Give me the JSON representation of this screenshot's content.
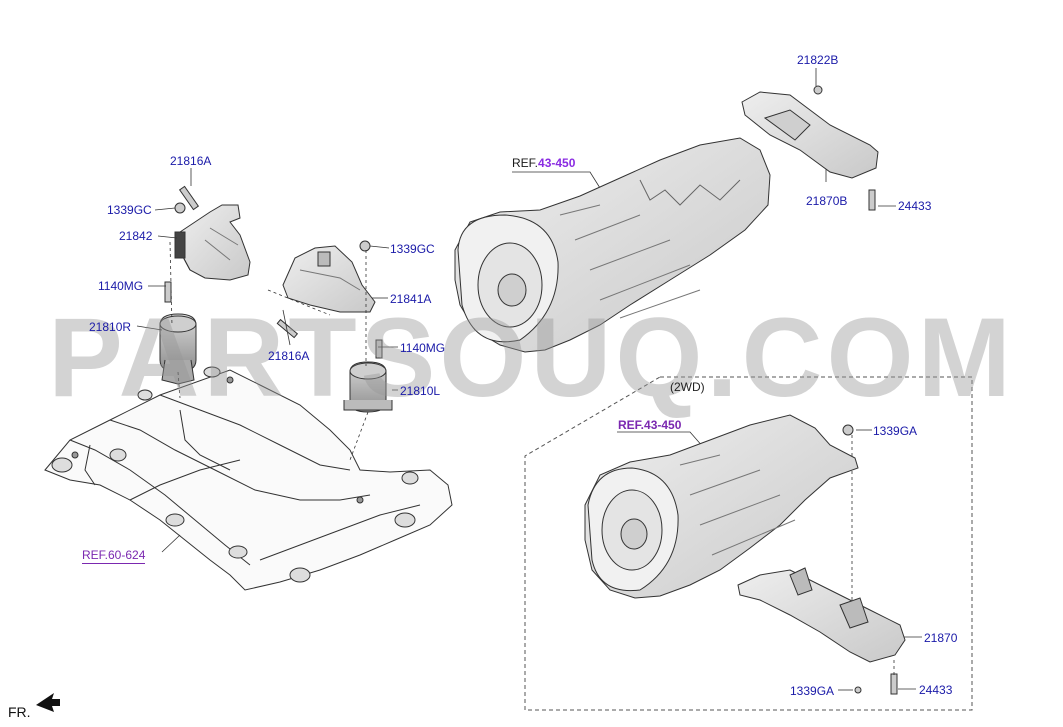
{
  "diagram": {
    "watermark": "PARTSOUQ.COM",
    "orientation_label": "FR.",
    "variant_label": "(2WD)",
    "colors": {
      "label": "#1a1aa8",
      "ref_number": "#8a2be2",
      "ref_link": "#7b28b0",
      "watermark": "#969696"
    },
    "refs": [
      {
        "id": "ref-trans-top",
        "prefix": "REF.",
        "number": "43-450"
      },
      {
        "id": "ref-trans-2wd",
        "prefix": "REF.",
        "number": "43-450"
      },
      {
        "id": "ref-subframe",
        "text": "REF.60-624"
      }
    ],
    "labels": {
      "p21816A_top": "21816A",
      "p1339GC_left": "1339GC",
      "p21842": "21842",
      "p1140MG_left": "1140MG",
      "p21810R": "21810R",
      "p1339GC_mid": "1339GC",
      "p21841A": "21841A",
      "p21816A_mid": "21816A",
      "p1140MG_mid": "1140MG",
      "p21810L": "21810L",
      "p21822B": "21822B",
      "p21870B": "21870B",
      "p24433_top": "24433",
      "p1339GA_top": "1339GA",
      "p21870": "21870",
      "p1339GA_bottom": "1339GA",
      "p24433_bottom": "24433"
    }
  }
}
